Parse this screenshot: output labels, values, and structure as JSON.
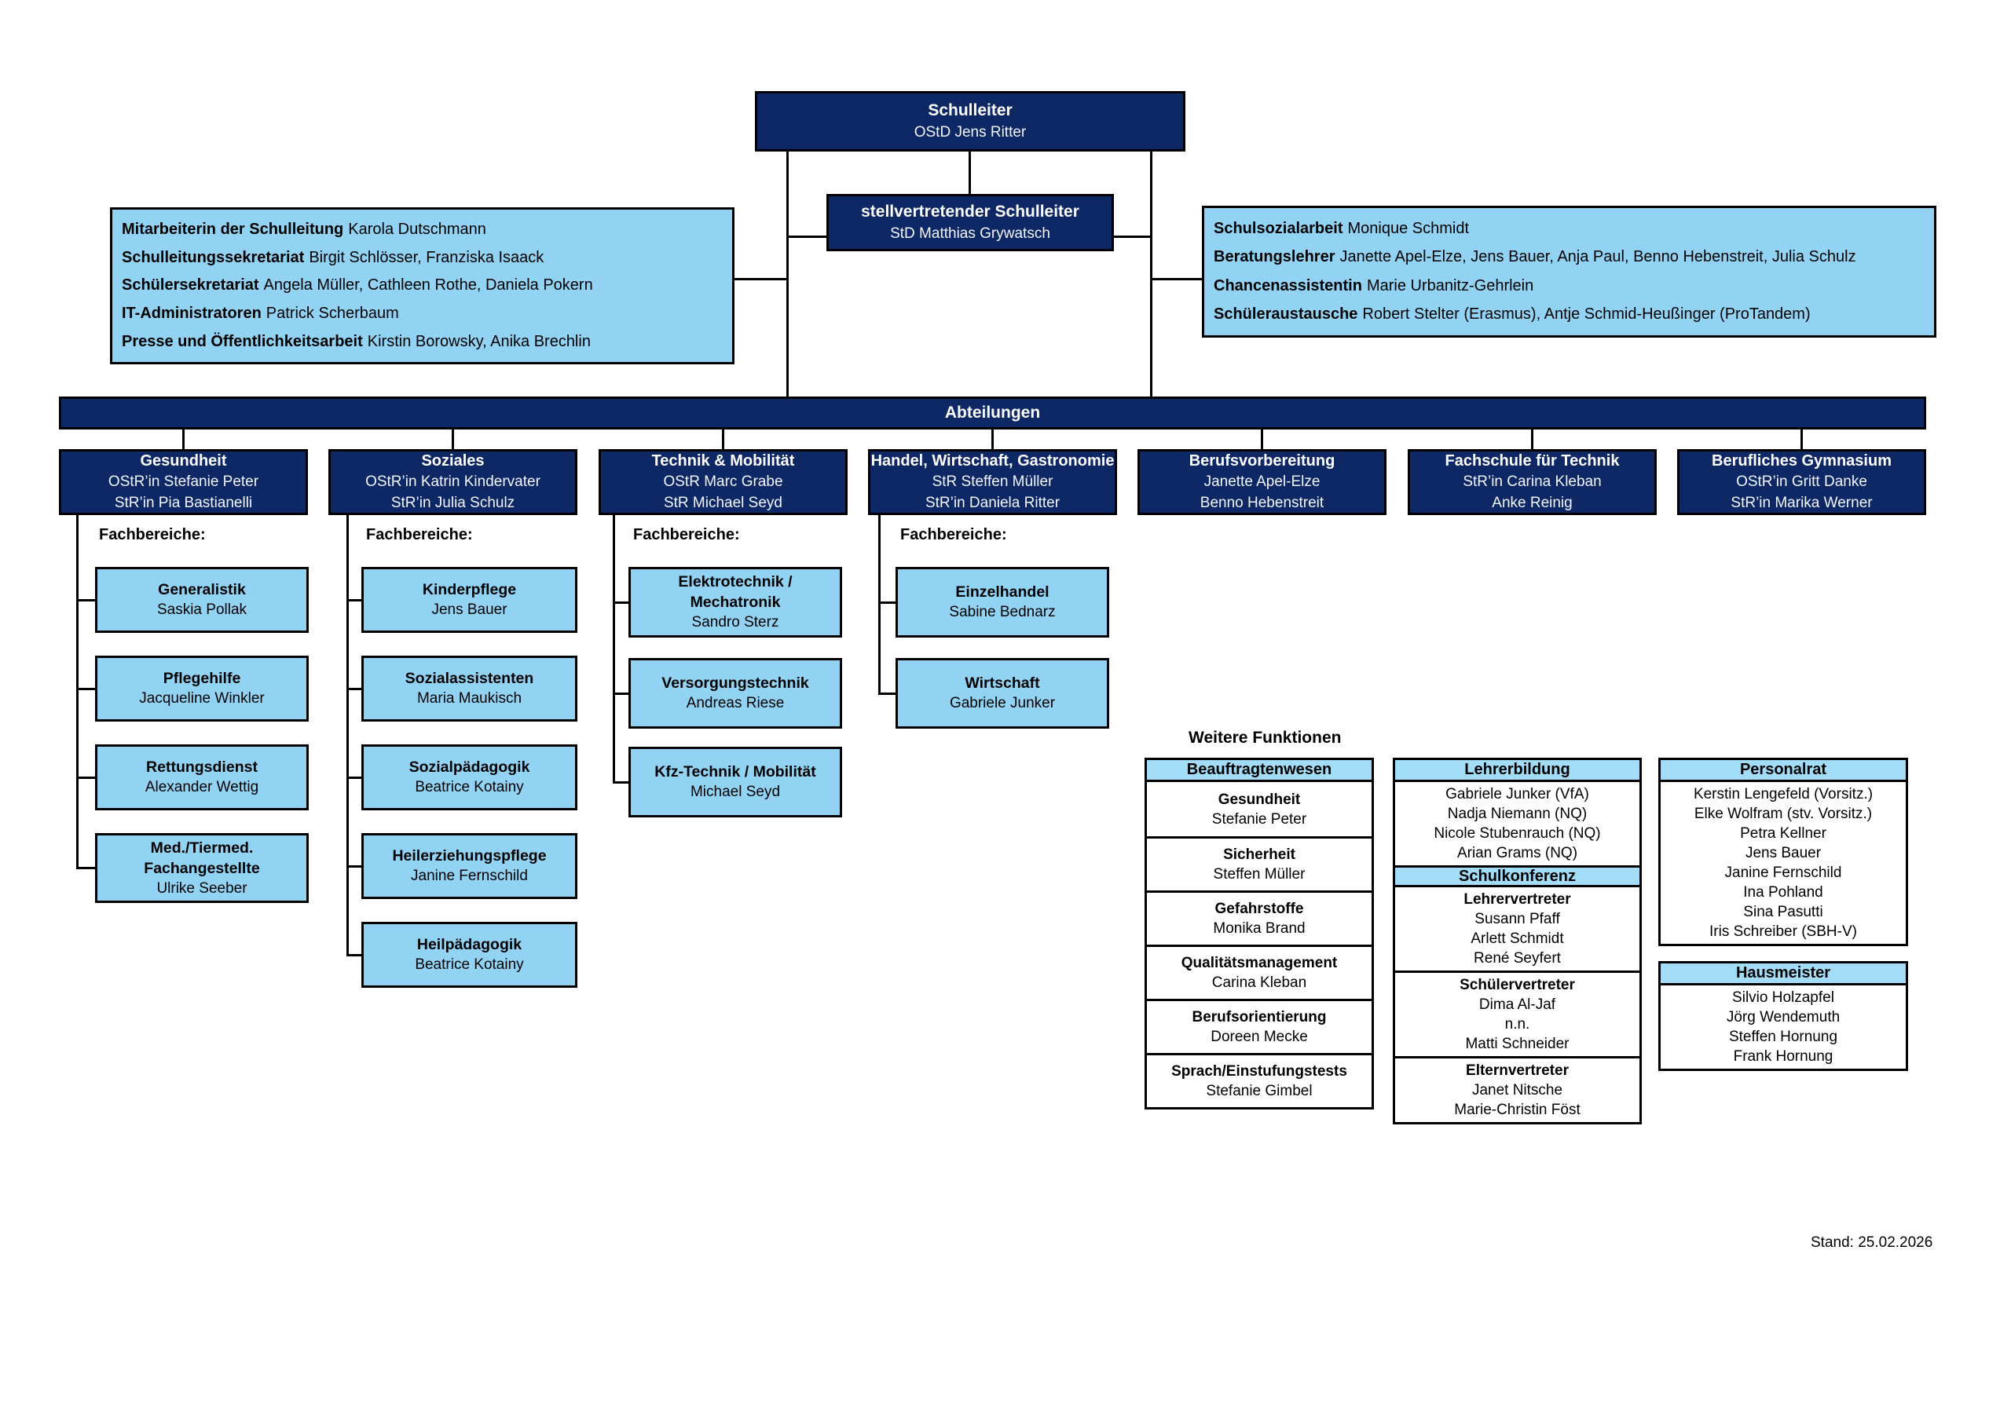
{
  "schulleiter": {
    "title": "Schulleiter",
    "name": "OStD Jens Ritter"
  },
  "stellvertreter": {
    "title": "stellvertretender Schulleiter",
    "name": "StD Matthias Grywatsch"
  },
  "left_box": {
    "rows": [
      {
        "label": "Mitarbeiterin der Schulleitung",
        "value": "Karola Dutschmann"
      },
      {
        "label": "Schulleitungssekretariat",
        "value": "Birgit Schlösser, Franziska Isaack"
      },
      {
        "label": "Schülersekretariat",
        "value": "Angela Müller, Cathleen Rothe, Daniela Pokern"
      },
      {
        "label": "IT-Administratoren",
        "value": "Patrick Scherbaum"
      },
      {
        "label": "Presse und Öffentlichkeitsarbeit",
        "value": "Kirstin Borowsky, Anika Brechlin"
      }
    ]
  },
  "right_box": {
    "rows": [
      {
        "label": "Schulsozialarbeit",
        "value": "Monique Schmidt"
      },
      {
        "label": "Beratungslehrer",
        "value": "Janette Apel-Elze, Jens Bauer, Anja Paul, Benno Hebenstreit, Julia Schulz"
      },
      {
        "label": "Chancenassistentin",
        "value": "Marie Urbanitz-Gehrlein"
      },
      {
        "label": "Schüleraustausche",
        "value": "Robert Stelter (Erasmus), Antje Schmid-Heußinger (ProTandem)"
      }
    ]
  },
  "abteilungen_label": "Abteilungen",
  "fachbereiche_label": "Fachbereiche:",
  "departments": [
    {
      "title": "Gesundheit",
      "leader1": "OStR’in Stefanie Peter",
      "leader2": "StR’in Pia Bastianelli",
      "fachbereiche": [
        {
          "title": "Generalistik",
          "name": "Saskia Pollak"
        },
        {
          "title": "Pflegehilfe",
          "name": "Jacqueline Winkler"
        },
        {
          "title": "Rettungsdienst",
          "name": "Alexander Wettig"
        },
        {
          "title": "Med./Tiermed. Fachangestellte",
          "name": "Ulrike Seeber"
        }
      ]
    },
    {
      "title": "Soziales",
      "leader1": "OStR’in Katrin Kindervater",
      "leader2": "StR’in Julia Schulz",
      "fachbereiche": [
        {
          "title": "Kinderpflege",
          "name": "Jens Bauer"
        },
        {
          "title": "Sozialassistenten",
          "name": "Maria Maukisch"
        },
        {
          "title": "Sozialpädagogik",
          "name": "Beatrice Kotainy"
        },
        {
          "title": "Heilerziehungspflege",
          "name": "Janine Fernschild"
        },
        {
          "title": "Heilpädagogik",
          "name": "Beatrice Kotainy"
        }
      ]
    },
    {
      "title": "Technik & Mobilität",
      "leader1": "OStR Marc Grabe",
      "leader2": "StR Michael Seyd",
      "fachbereiche": [
        {
          "title": "Elektrotechnik / Mechatronik",
          "name": "Sandro Sterz"
        },
        {
          "title": "Versorgungstechnik",
          "name": "Andreas Riese"
        },
        {
          "title": "Kfz-Technik / Mobilität",
          "name": "Michael Seyd"
        }
      ]
    },
    {
      "title": "Handel, Wirtschaft, Gastronomie",
      "leader1": "StR Steffen Müller",
      "leader2": "StR’in Daniela Ritter",
      "fachbereiche": [
        {
          "title": "Einzelhandel",
          "name": "Sabine Bednarz"
        },
        {
          "title": "Wirtschaft",
          "name": "Gabriele Junker"
        }
      ]
    },
    {
      "title": "Berufsvorbereitung",
      "leader1": "Janette Apel-Elze",
      "leader2": "Benno Hebenstreit",
      "fachbereiche": []
    },
    {
      "title": "Fachschule für Technik",
      "leader1": "StR’in Carina Kleban",
      "leader2": "Anke Reinig",
      "fachbereiche": []
    },
    {
      "title": "Berufliches Gymnasium",
      "leader1": "OStR’in Gritt Danke",
      "leader2": "StR’in Marika Werner",
      "fachbereiche": []
    }
  ],
  "weitere_funktionen": {
    "title": "Weitere Funktionen",
    "beauftragtenwesen": {
      "header": "Beauftragtenwesen",
      "cells": [
        {
          "title": "Gesundheit",
          "name": "Stefanie Peter"
        },
        {
          "title": "Sicherheit",
          "name": "Steffen Müller"
        },
        {
          "title": "Gefahrstoffe",
          "name": "Monika Brand"
        },
        {
          "title": "Qualitätsmanagement",
          "name": "Carina Kleban"
        },
        {
          "title": "Berufsorientierung",
          "name": "Doreen Mecke"
        },
        {
          "title": "Sprach/Einstufungstests",
          "name": "Stefanie Gimbel"
        }
      ]
    },
    "lehrerbildung": {
      "header": "Lehrerbildung",
      "members": [
        "Gabriele Junker (VfA)",
        "Nadja Niemann (NQ)",
        "Nicole Stubenrauch (NQ)",
        "Arian Grams (NQ)"
      ]
    },
    "schulkonferenz": {
      "header": "Schulkonferenz",
      "groups": [
        {
          "title": "Lehrervertreter",
          "members": [
            "Susann Pfaff",
            "Arlett Schmidt",
            "René Seyfert"
          ]
        },
        {
          "title": "Schülervertreter",
          "members": [
            "Dima Al-Jaf",
            "n.n.",
            "Matti Schneider"
          ]
        },
        {
          "title": "Elternvertreter",
          "members": [
            "Janet Nitsche",
            "Marie-Christin Föst"
          ]
        }
      ]
    },
    "personalrat": {
      "header": "Personalrat",
      "members": [
        "Kerstin Lengefeld (Vorsitz.)",
        "Elke Wolfram (stv. Vorsitz.)",
        "Petra Kellner",
        "Jens Bauer",
        "Janine Fernschild",
        "Ina Pohland",
        "Sina Pasutti",
        "Iris Schreiber (SBH-V)"
      ]
    },
    "hausmeister": {
      "header": "Hausmeister",
      "members": [
        "Silvio Holzapfel",
        "Jörg Wendemuth",
        "Steffen Hornung",
        "Frank Hornung"
      ]
    }
  },
  "stand": "Stand: 25.02.2026"
}
